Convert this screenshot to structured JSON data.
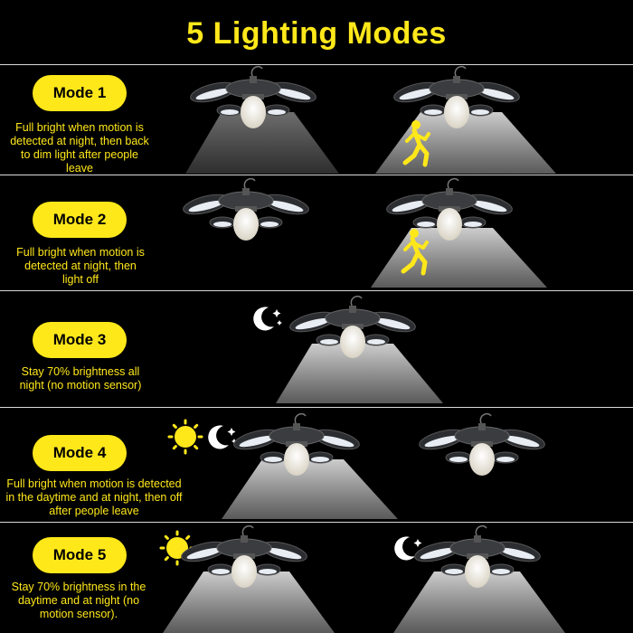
{
  "title": "5 Lighting Modes",
  "modes": [
    {
      "label": "Mode 1",
      "description": "Full bright when motion is detected at night, then back to dim light after people leave"
    },
    {
      "label": "Mode 2",
      "description": "Full bright when motion is detected at night, then light off"
    },
    {
      "label": "Mode 3",
      "description": "Stay 70% brightness all night (no motion sensor)"
    },
    {
      "label": "Mode 4",
      "description": "Full bright when motion is detected in the daytime and at night, then off after people leave"
    },
    {
      "label": "Mode 5",
      "description": "Stay 70% brightness in the daytime and at night (no motion sensor)."
    }
  ],
  "icons": [
    "pendant-lamp-icon",
    "running-person-icon",
    "moon-stars-icon",
    "sun-icon"
  ],
  "colors": {
    "accent": "#ffe81a",
    "background": "#000000",
    "divider": "#d9d9d9"
  }
}
